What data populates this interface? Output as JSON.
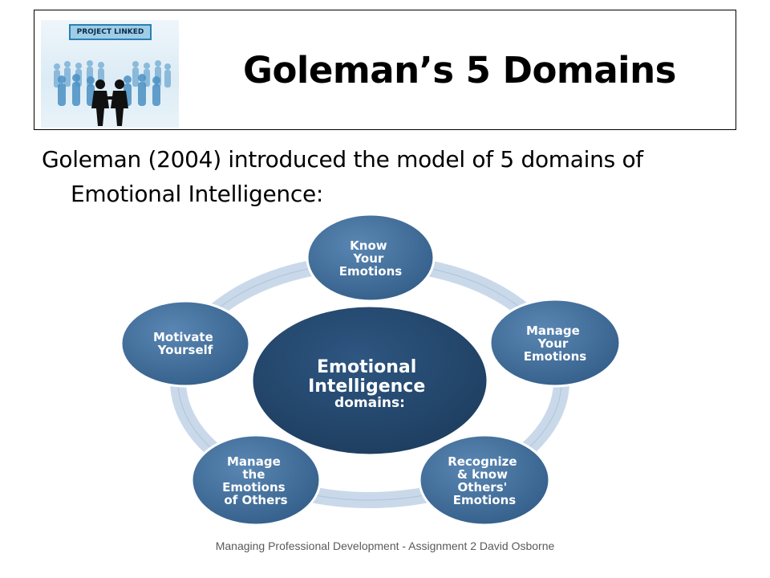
{
  "header": {
    "logo_badge": "PROJECT LINKED",
    "title": "Goleman’s 5 Domains"
  },
  "intro_text": "Goleman (2004) introduced the model of 5 domains of Emotional Intelligence:",
  "diagram": {
    "center": [
      "Emotional",
      "Intelligence",
      "domains:"
    ],
    "nodes": [
      [
        "Know",
        "Your",
        "Emotions"
      ],
      [
        "Manage",
        "Your",
        "Emotions"
      ],
      [
        "Recognize",
        "& know",
        "Others'",
        "Emotions"
      ],
      [
        "Manage",
        "the",
        "Emotions",
        "of Others"
      ],
      [
        "Motivate",
        "Yourself"
      ]
    ],
    "colors": {
      "node": "#3e6d9b",
      "center": "#24476b",
      "ring": "#c9d9ea"
    }
  },
  "footer": "Managing Professional Development - Assignment 2  David Osborne"
}
